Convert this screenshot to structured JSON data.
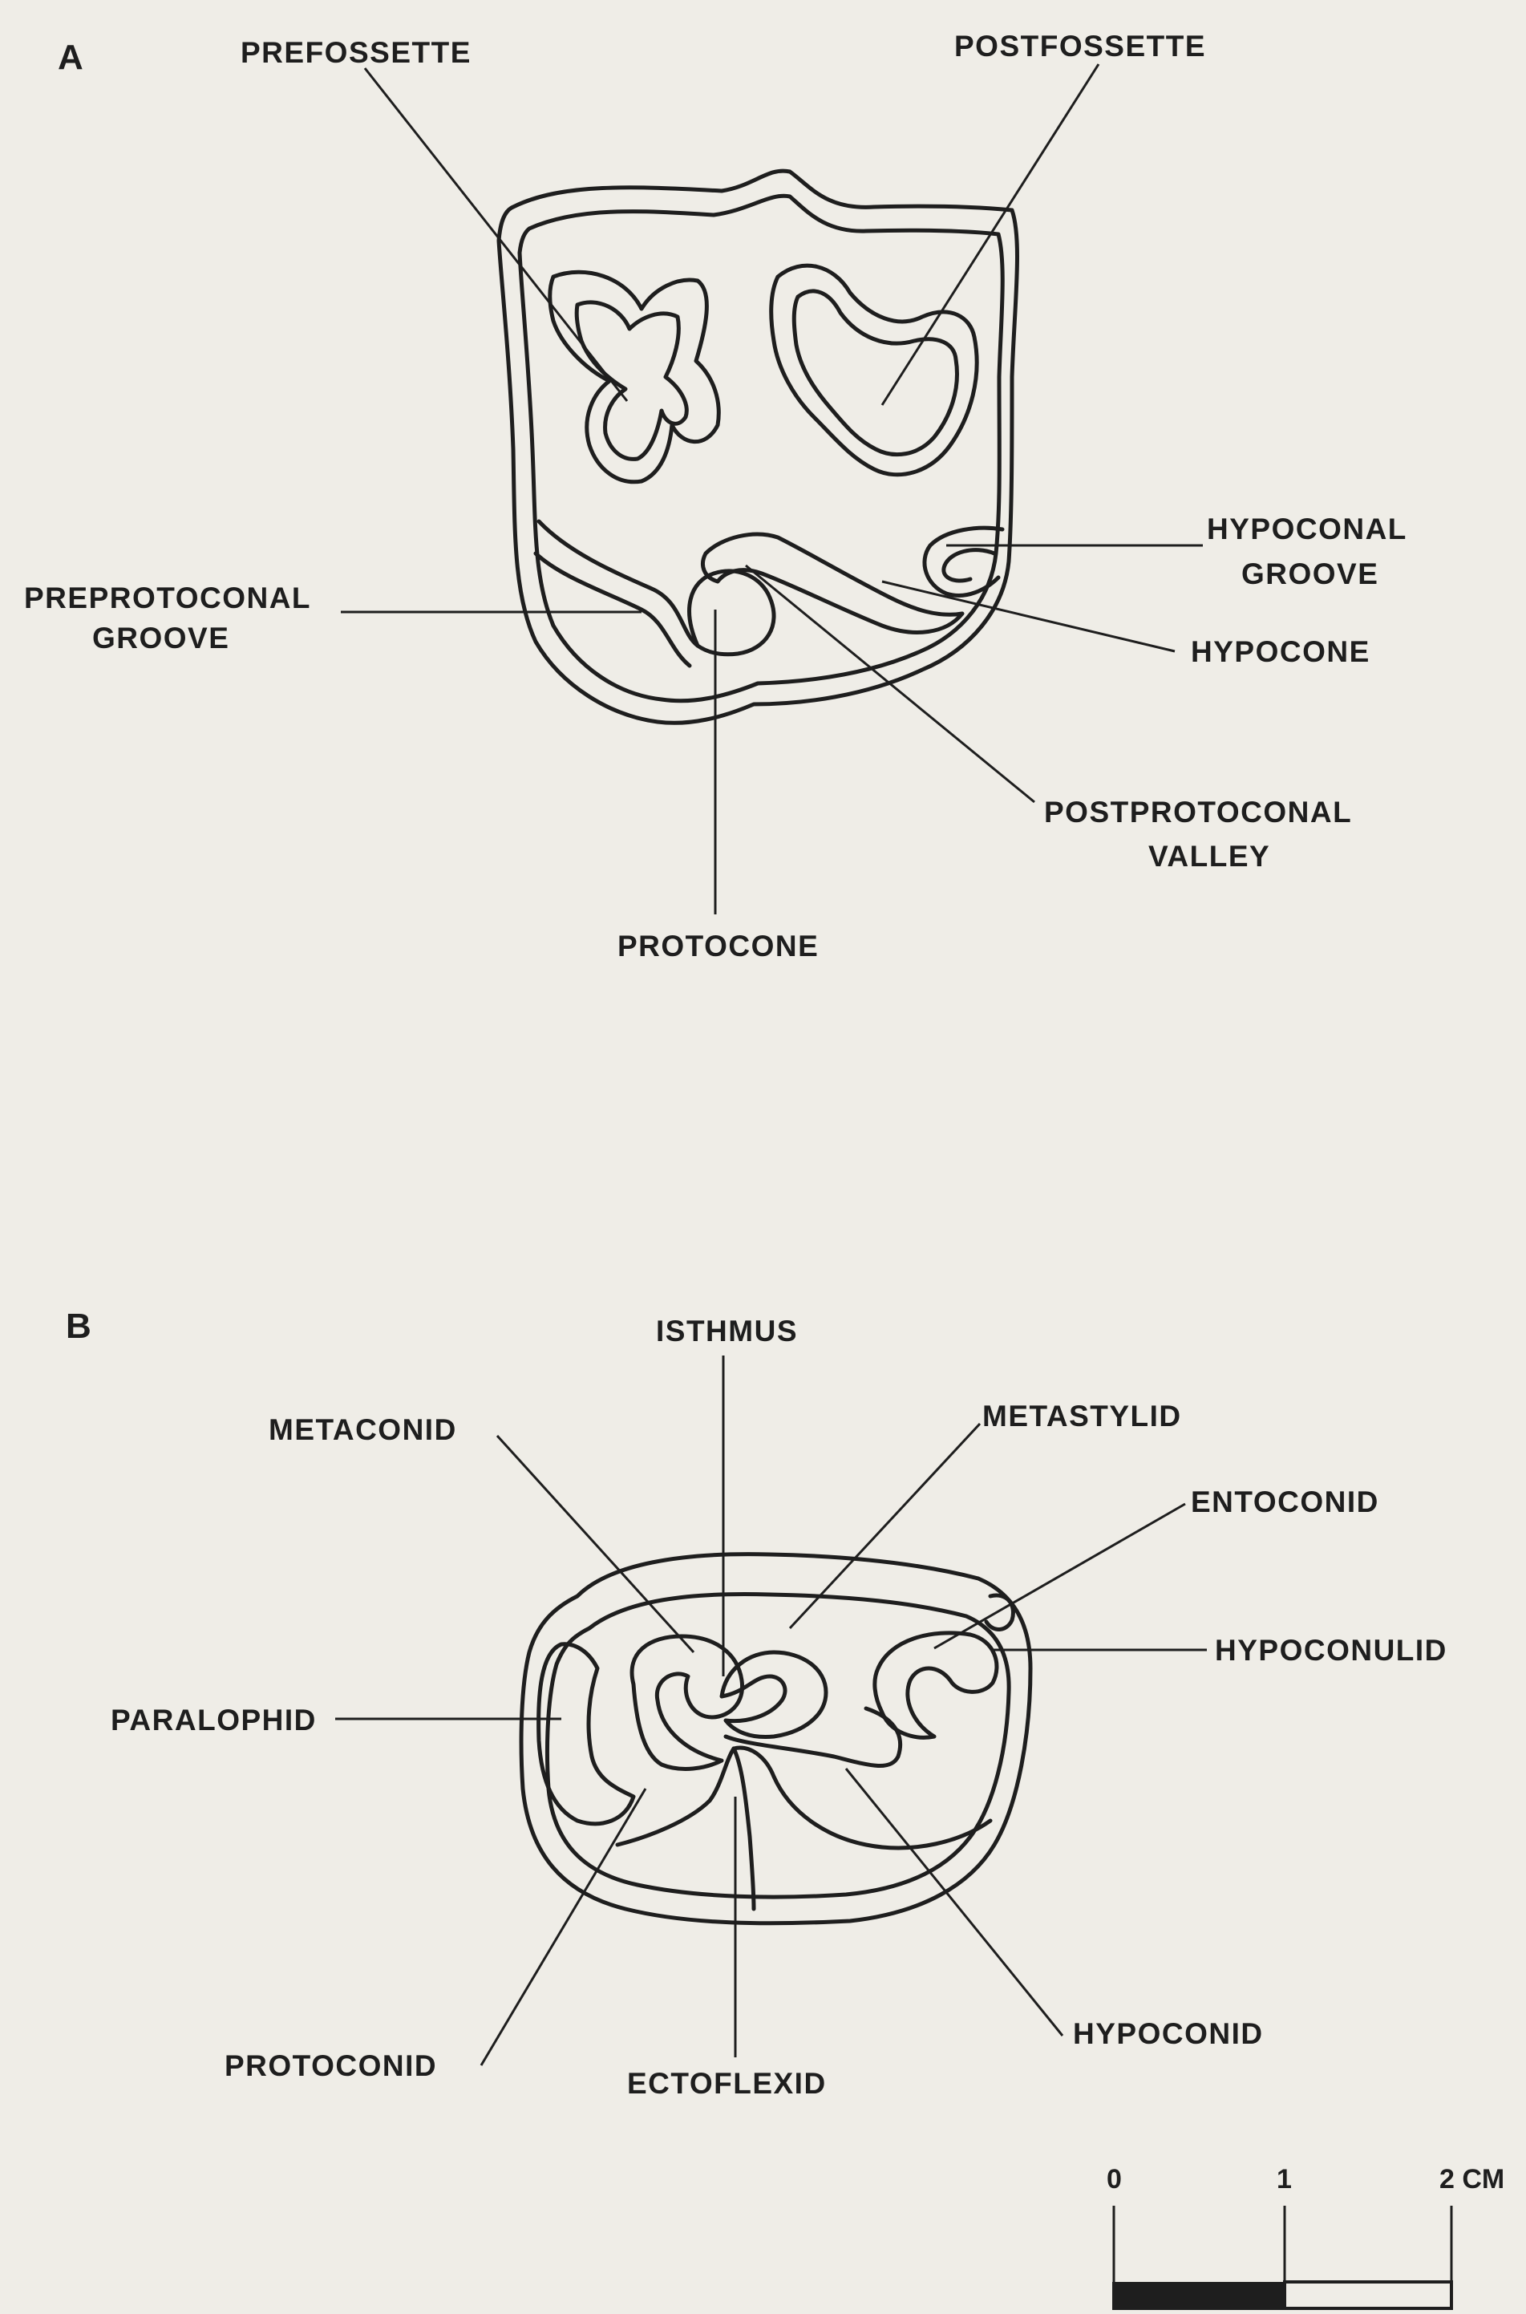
{
  "panels": {
    "a": {
      "letter": "A",
      "labels": {
        "prefossette": "PREFOSSETTE",
        "postfossette": "POSTFOSSETTE",
        "hypoconal_groove_1": "HYPOCONAL",
        "hypoconal_groove_2": "GROOVE",
        "preprotoconal_groove_1": "PREPROTOCONAL",
        "preprotoconal_groove_2": "GROOVE",
        "hypocone": "HYPOCONE",
        "postprotoconal_valley_1": "POSTPROTOCONAL",
        "postprotoconal_valley_2": "VALLEY",
        "protocone": "PROTOCONE"
      }
    },
    "b": {
      "letter": "B",
      "labels": {
        "isthmus": "ISTHMUS",
        "metaconid": "METACONID",
        "metastylid": "METASTYLID",
        "entoconid": "ENTOCONID",
        "hypoconulid": "HYPOCONULID",
        "paralophid": "PARALOPHID",
        "protoconid": "PROTOCONID",
        "ectoflexid": "ECTOFLEXID",
        "hypoconid": "HYPOCONID"
      }
    }
  },
  "scale_bar": {
    "tick_0": "0",
    "tick_1": "1",
    "tick_2": "2 CM"
  },
  "colors": {
    "background": "#efede7",
    "ink": "#1e1e1e"
  }
}
